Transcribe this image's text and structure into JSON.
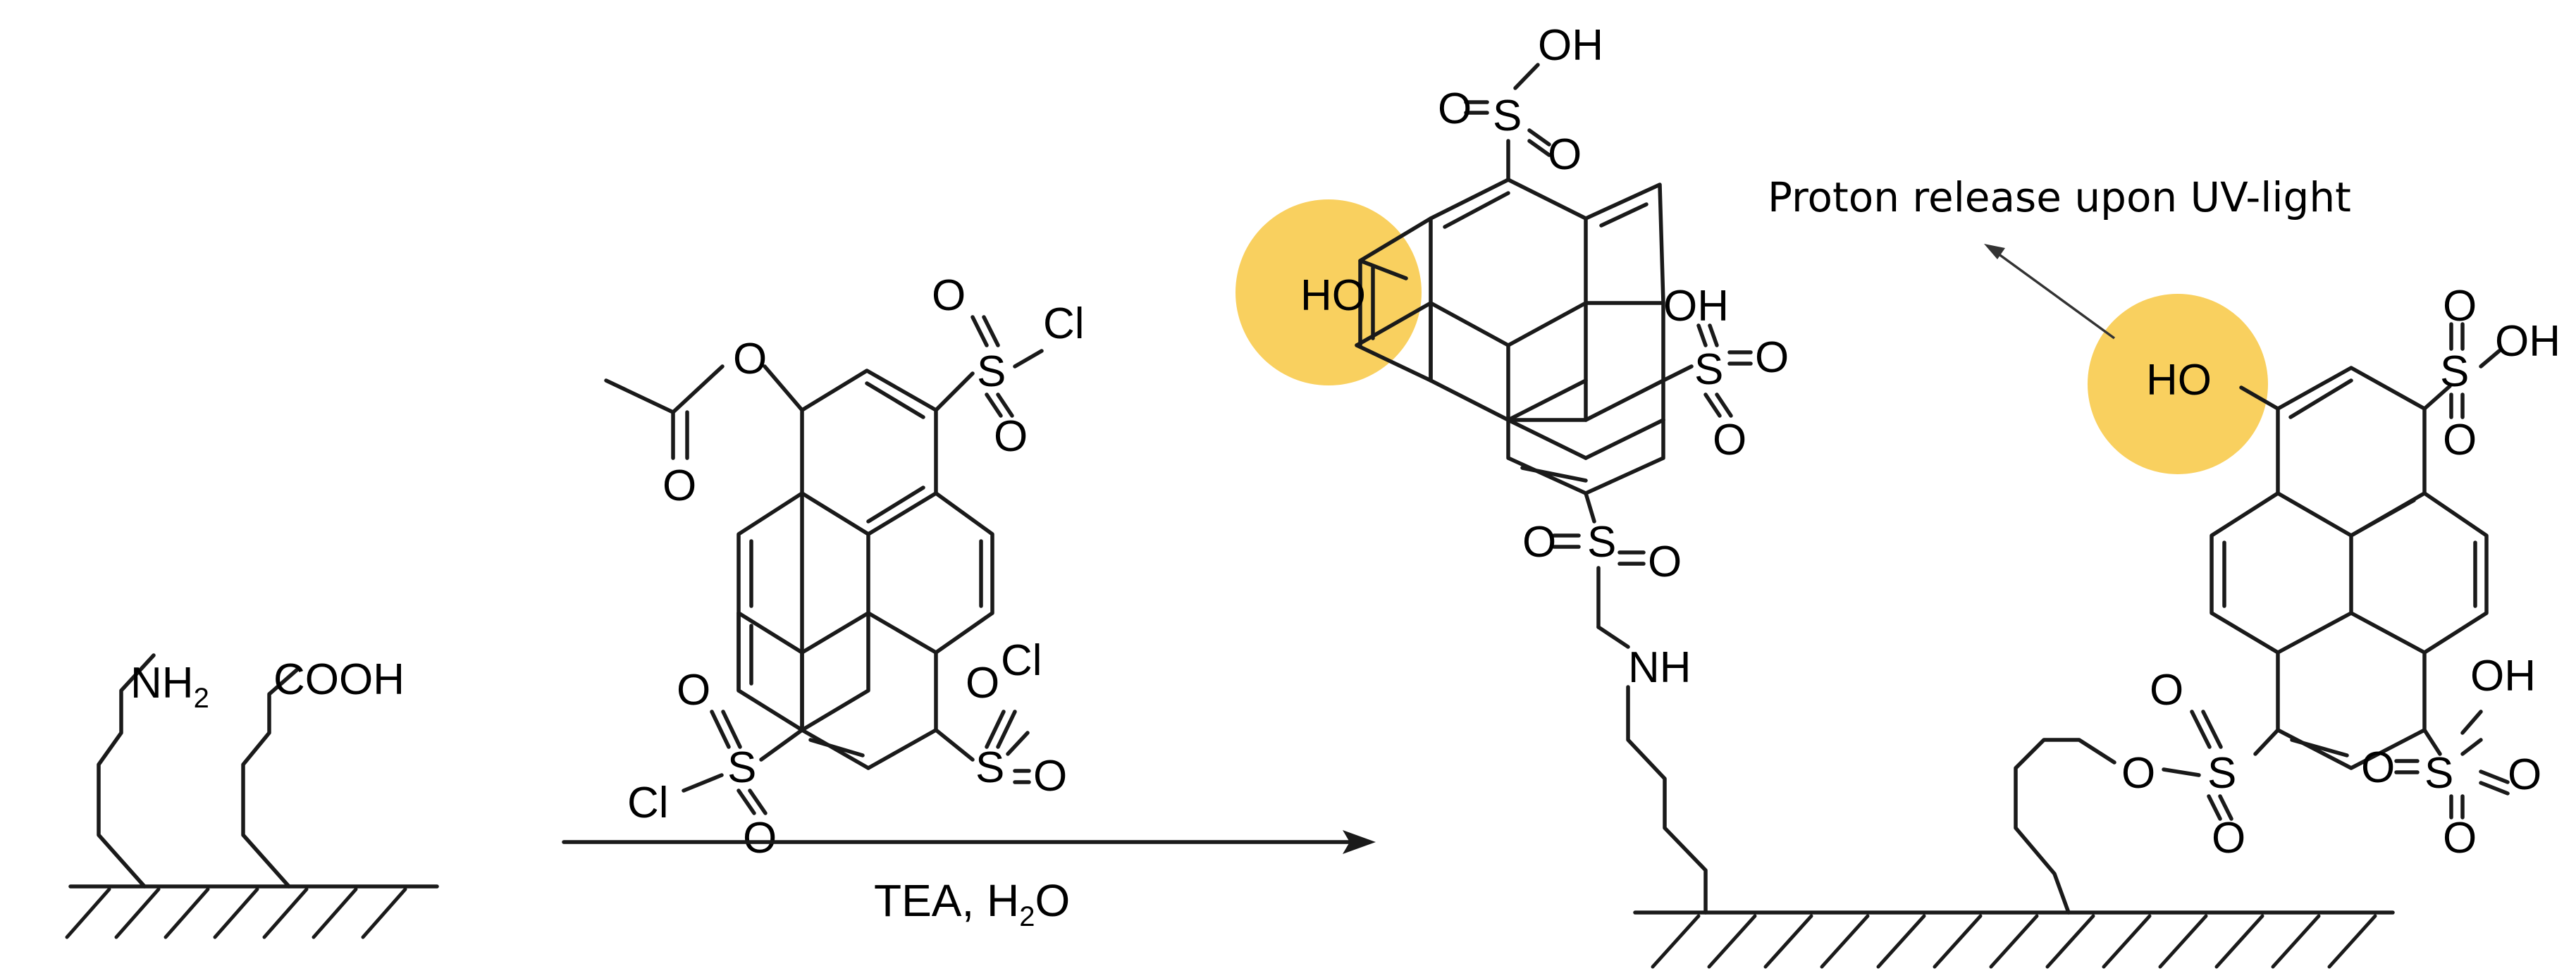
{
  "labels": {
    "nh2": "NH",
    "nh2_sub": "2",
    "cooh": "COOH",
    "acetyl_o": "O",
    "acetyl_carbonyl_o": "O",
    "s": "S",
    "o": "O",
    "cl": "Cl",
    "oh": "OH",
    "ho": "HO",
    "nh": "NH",
    "ester_o": "O"
  },
  "reagents": {
    "prefix": "TEA, H",
    "sub": "2",
    "suffix": "O"
  },
  "annotation": "Proton release upon UV-light",
  "colors": {
    "highlight": "#f8c843",
    "ink": "#1a1a1a"
  }
}
